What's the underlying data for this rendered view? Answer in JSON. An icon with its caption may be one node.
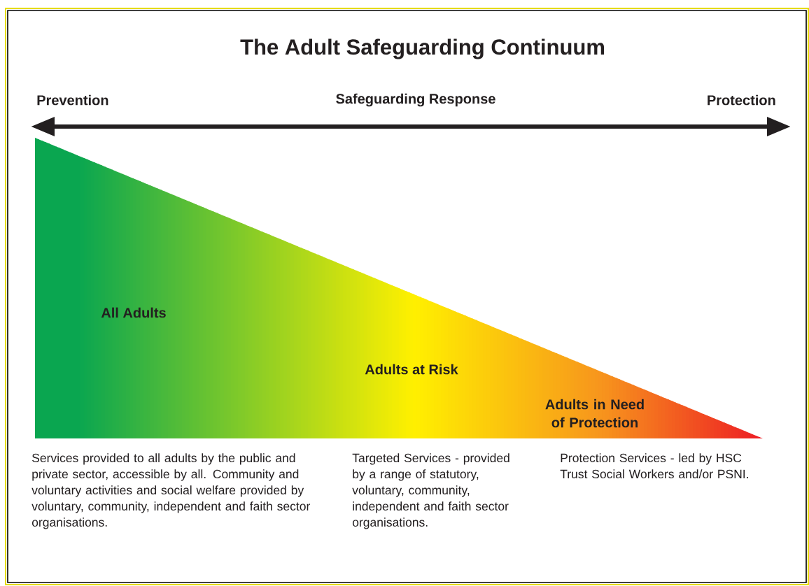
{
  "diagram": {
    "title": "The Adult Safeguarding Continuum",
    "nodes": [
      {
        "text": [
          "All Adults",
          "Adults at Risk",
          "Adults in Need of Protection"
        ]
      }
    ],
    "labels": [
      "Prevention",
      "Safeguarding Response",
      "Protection",
      "Services provided to all adults by the public and private sector, accessible by all. Community and voluntary activities and social welfare provided by voluntary, community, independent and faith sector organisations.",
      "Targeted Services - provided by a range of statutory, voluntary, community, independent and faith sector organisations.",
      "Protection Services - led by HSC Trust Social Workers and/or PSNI."
    ]
  }
}
